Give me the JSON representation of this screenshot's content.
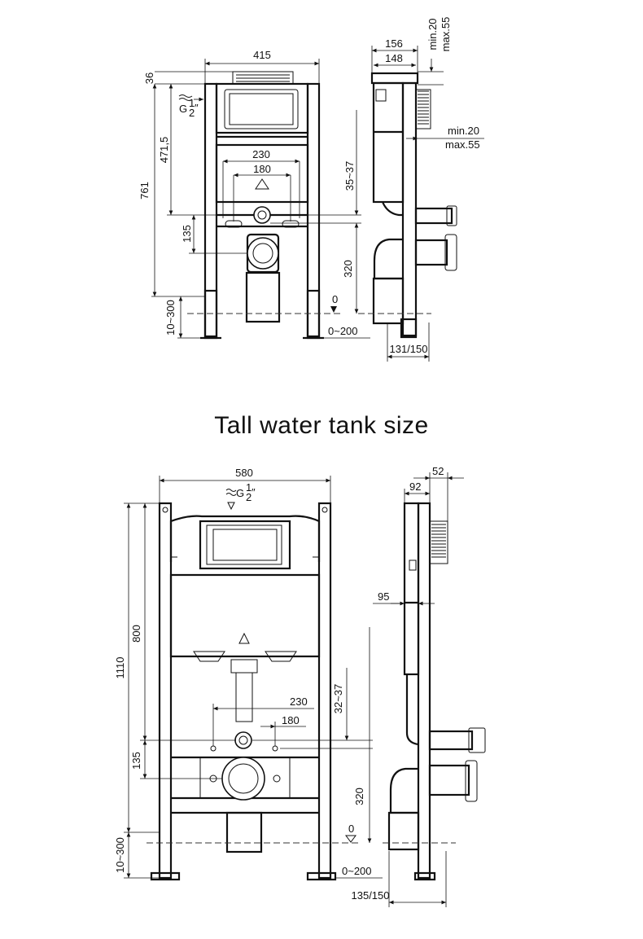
{
  "section_title": "Tall water tank size",
  "top": {
    "front": {
      "width": "415",
      "top_offset": "36",
      "inlet": "G",
      "inlet_frac_num": "1",
      "inlet_frac_den": "2",
      "inlet_unit": "″",
      "h_4715": "471,5",
      "h_761": "761",
      "w_230": "230",
      "w_180": "180",
      "h_3537": "35~37",
      "h_135": "135",
      "h_320": "320",
      "zero": "0",
      "h_10300": "10~300",
      "w_0200": "0~200"
    },
    "side": {
      "w_156": "156",
      "w_148": "148",
      "min_20_top": "min.20",
      "max_55_top": "max.55",
      "min_20": "min.20",
      "max_55": "max.55",
      "w_131150": "131/150"
    }
  },
  "bottom": {
    "front": {
      "width": "580",
      "inlet": "G",
      "inlet_frac_num": "1",
      "inlet_frac_den": "2",
      "inlet_unit": "″",
      "h_800": "800",
      "h_1110": "1110",
      "w_230": "230",
      "w_180": "180",
      "h_3237": "32~37",
      "h_135": "135",
      "h_320": "320",
      "zero": "0",
      "h_10300": "10~300",
      "w_0200": "0~200"
    },
    "side": {
      "w_52": "52",
      "w_92": "92",
      "w_95": "95",
      "w_135150": "135/150"
    }
  }
}
